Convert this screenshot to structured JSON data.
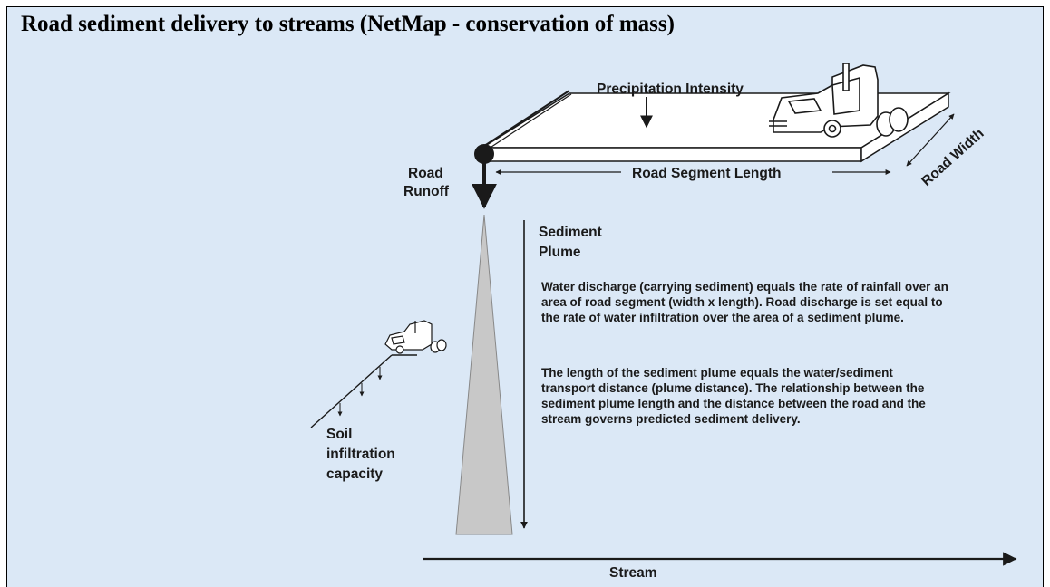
{
  "title": "Road sediment delivery to streams (NetMap - conservation of mass)",
  "labels": {
    "precipitation": "Precipitation Intensity",
    "road_segment_length": "Road Segment Length",
    "road_width": "Road Width",
    "road_runoff": [
      "Road",
      "Runoff"
    ],
    "sediment_plume": [
      "Sediment",
      "Plume"
    ],
    "soil_infiltration": [
      "Soil",
      "infiltration",
      "capacity"
    ],
    "stream": "Stream"
  },
  "paragraphs": [
    "Water discharge (carrying sediment) equals the rate of rainfall over an area of road segment (width x length). Road discharge is set equal to the rate of water infiltration over the area of a sediment plume.",
    "The length of the sediment plume equals the water/sediment transport distance (plume distance). The relationship between the sediment plume length and the distance between the road and the stream governs predicted sediment delivery."
  ],
  "colors": {
    "background": "#dbe8f6",
    "plume_fill": "#c8c8c8",
    "ink": "#1a1a1a"
  },
  "icons": [
    "semi-truck-icon",
    "small-truck-icon"
  ]
}
